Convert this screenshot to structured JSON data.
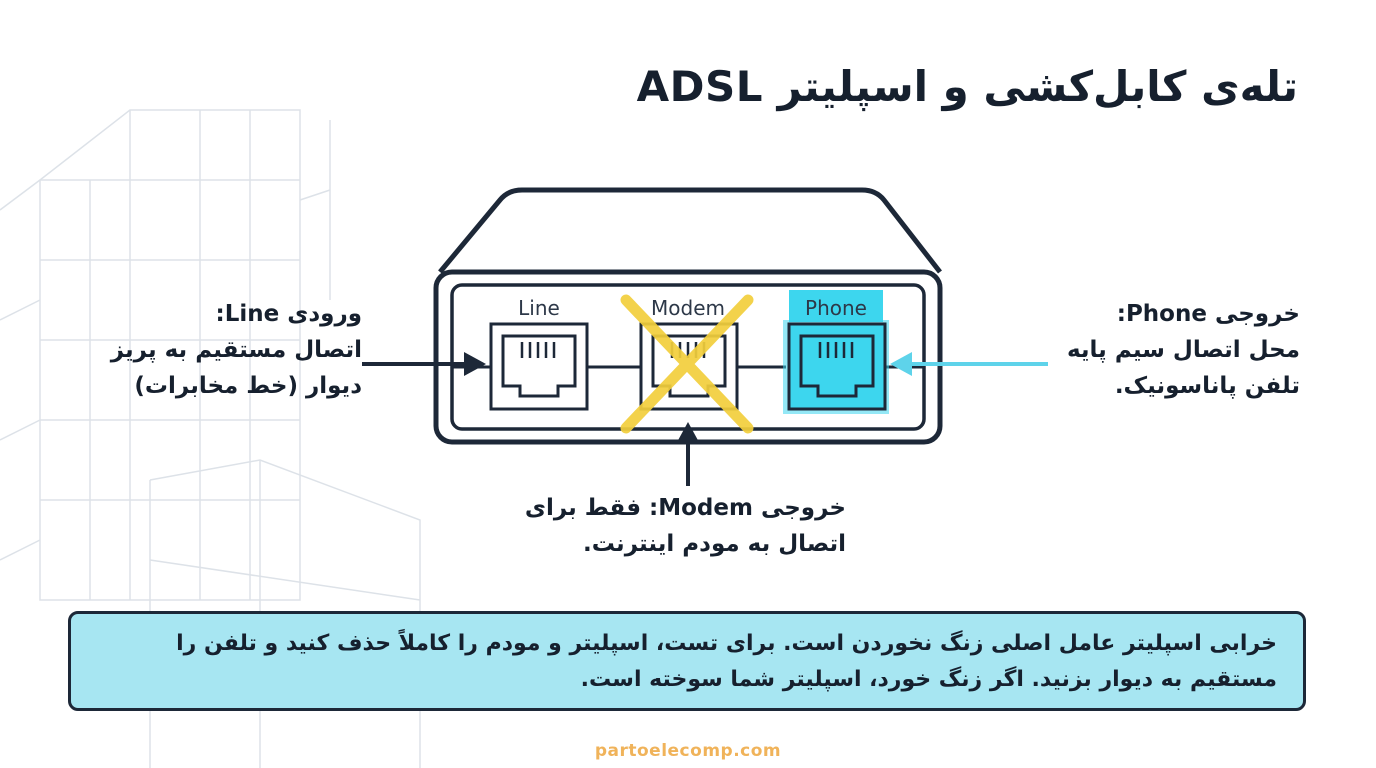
{
  "title": "تله‌ی کابل‌کشی و اسپلیتر ADSL",
  "ports": {
    "line": "Line",
    "modem": "Modem",
    "phone": "Phone"
  },
  "labels": {
    "line": {
      "head": "ورودی Line:",
      "body": "اتصال مستقیم به پریز\nدیوار (خط مخابرات)"
    },
    "phone": {
      "head": "خروجی Phone:",
      "body": "محل اتصال سیم پایه\nتلفن پاناسونیک."
    },
    "modem": {
      "head": "خروجی Modem: فقط برای",
      "body": "اتصال به مودم اینترنت."
    }
  },
  "note": {
    "line1": "خرابی اسپلیتر عامل اصلی زنگ نخوردن است. برای تست، اسپلیتر و مودم را کاملاً حذف کنید و تلفن را",
    "line2": "مستقیم به دیوار بزنید. اگر زنگ خورد، اسپلیتر شما سوخته است."
  },
  "footer": "partoelecomp.com",
  "colors": {
    "device_outline": "#1d2838",
    "phone_highlight": "#3dd6ee",
    "arrow_phone": "#5ed3ea",
    "cross": "#f2cf3c",
    "note_bg": "#a7e6f2",
    "footer": "#f0b35a"
  }
}
